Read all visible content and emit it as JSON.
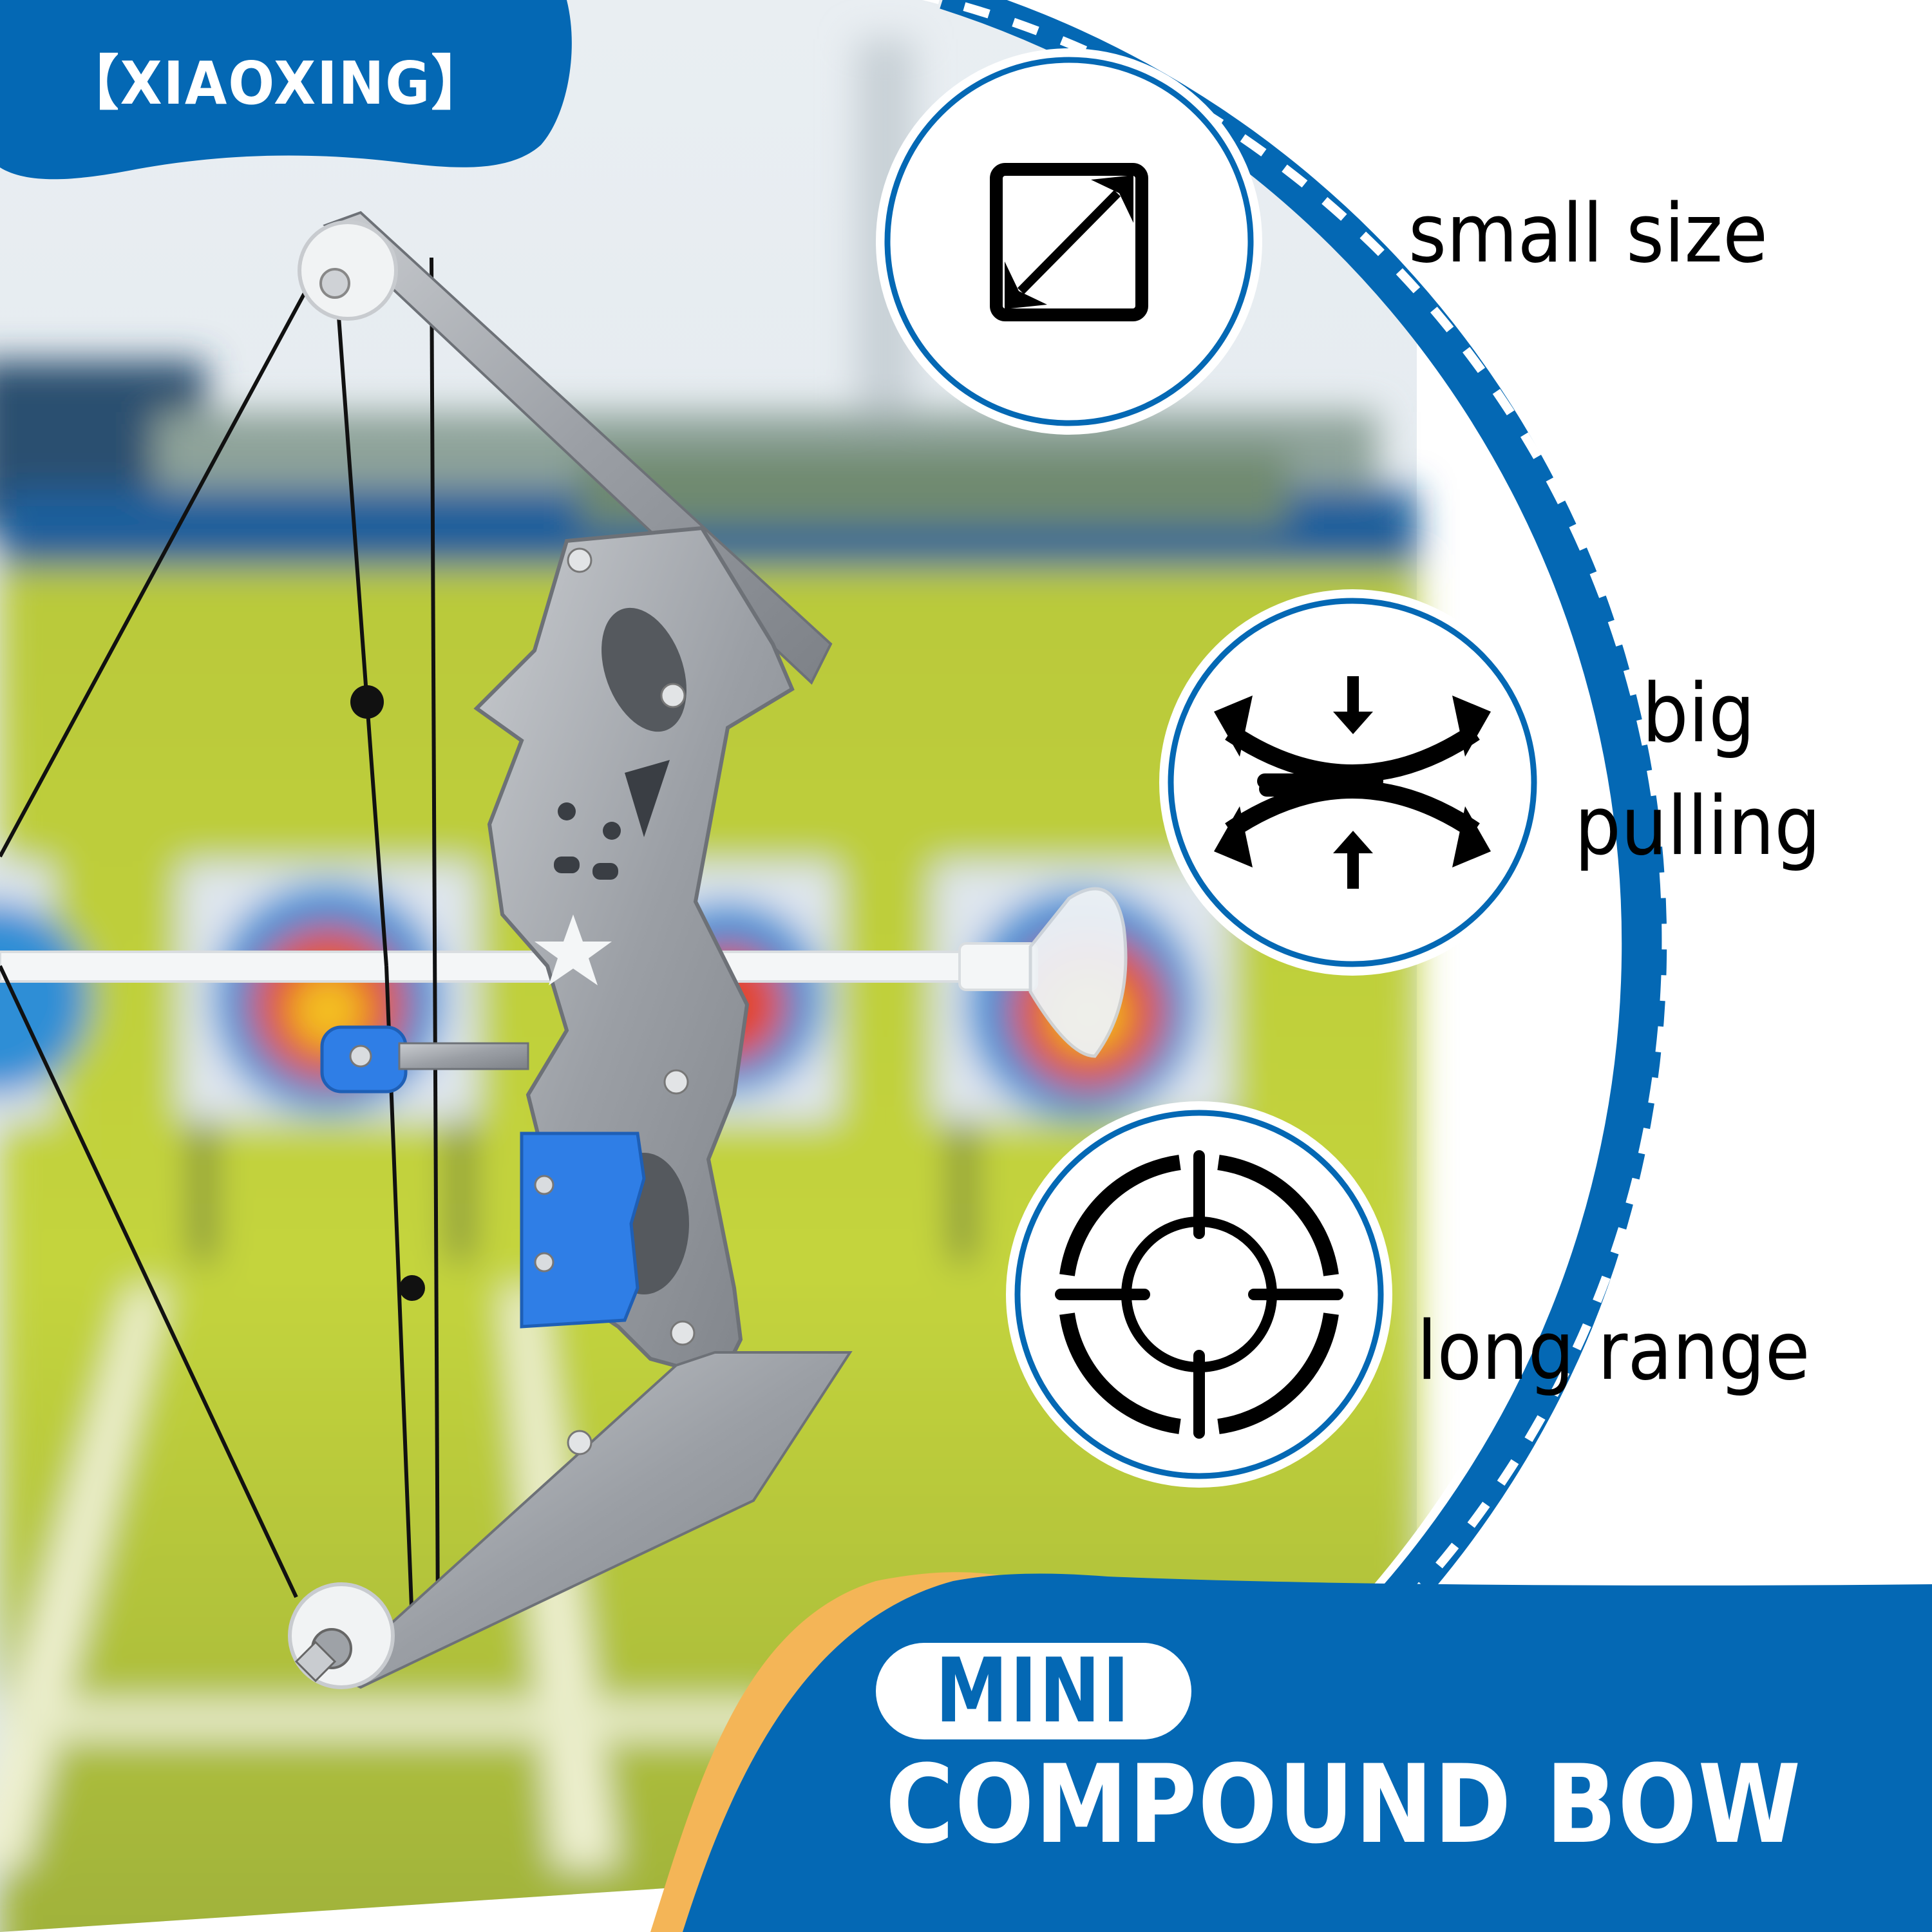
{
  "brand": {
    "name": "【XIAOXING】"
  },
  "features": [
    {
      "icon": "resize-diagonal-icon",
      "label": "small size"
    },
    {
      "icon": "compression-arrows-icon",
      "label_line1": "big",
      "label_line2": "pulling"
    },
    {
      "icon": "crosshair-icon",
      "label": "long range"
    }
  ],
  "product": {
    "badge": "MINI",
    "title": "COMPOUND BOW"
  },
  "colors": {
    "brand_blue": "#0468B4",
    "accent_orange": "#F4B557",
    "panel_white": "#FFFFFF",
    "icon_black": "#000000",
    "grass_green": "#B5C431"
  }
}
